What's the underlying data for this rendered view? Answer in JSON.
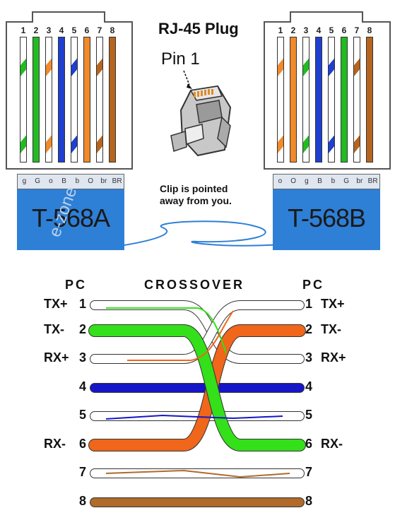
{
  "plug": {
    "title": "RJ-45 Plug",
    "pin1_label": "Pin 1",
    "caption_line1": "Clip is pointed",
    "caption_line2": "away from you."
  },
  "t568a": {
    "label": "T-568A",
    "pin_numbers": [
      "1",
      "2",
      "3",
      "4",
      "5",
      "6",
      "7",
      "8"
    ],
    "codes": [
      "g",
      "G",
      "o",
      "B",
      "b",
      "O",
      "br",
      "BR"
    ],
    "wires": [
      {
        "base": "#ffffff",
        "stripe": "#22bb22"
      },
      {
        "base": "#22bb22",
        "stripe": ""
      },
      {
        "base": "#ffffff",
        "stripe": "#f08a2a"
      },
      {
        "base": "#1e3fcf",
        "stripe": ""
      },
      {
        "base": "#ffffff",
        "stripe": "#1e3fcf"
      },
      {
        "base": "#f08a2a",
        "stripe": ""
      },
      {
        "base": "#ffffff",
        "stripe": "#b5651d"
      },
      {
        "base": "#b5651d",
        "stripe": ""
      }
    ]
  },
  "t568b": {
    "label": "T-568B",
    "pin_numbers": [
      "1",
      "2",
      "3",
      "4",
      "5",
      "6",
      "7",
      "8"
    ],
    "codes": [
      "o",
      "O",
      "g",
      "B",
      "b",
      "G",
      "br",
      "BR"
    ],
    "wires": [
      {
        "base": "#ffffff",
        "stripe": "#f08a2a"
      },
      {
        "base": "#f08a2a",
        "stripe": ""
      },
      {
        "base": "#ffffff",
        "stripe": "#22bb22"
      },
      {
        "base": "#1e3fcf",
        "stripe": ""
      },
      {
        "base": "#ffffff",
        "stripe": "#1e3fcf"
      },
      {
        "base": "#22bb22",
        "stripe": ""
      },
      {
        "base": "#ffffff",
        "stripe": "#b5651d"
      },
      {
        "base": "#b5651d",
        "stripe": ""
      }
    ]
  },
  "watermark": "e-zone",
  "crossover": {
    "title": "CROSSOVER",
    "left_header": "PC",
    "right_header": "PC",
    "left_rows": [
      {
        "signal": "TX+",
        "pin": "1"
      },
      {
        "signal": "TX-",
        "pin": "2"
      },
      {
        "signal": "RX+",
        "pin": "3"
      },
      {
        "signal": "",
        "pin": "4"
      },
      {
        "signal": "",
        "pin": "5"
      },
      {
        "signal": "RX-",
        "pin": "6"
      },
      {
        "signal": "",
        "pin": "7"
      },
      {
        "signal": "",
        "pin": "8"
      }
    ],
    "right_rows": [
      {
        "signal": "TX+",
        "pin": "1"
      },
      {
        "signal": "TX-",
        "pin": "2"
      },
      {
        "signal": "RX+",
        "pin": "3"
      },
      {
        "signal": "",
        "pin": "4"
      },
      {
        "signal": "",
        "pin": "5"
      },
      {
        "signal": "RX-",
        "pin": "6"
      },
      {
        "signal": "",
        "pin": "7"
      },
      {
        "signal": "",
        "pin": "8"
      }
    ],
    "colors": {
      "green": "#33e019",
      "orange": "#f0661a",
      "blue": "#1616c8",
      "brown": "#b06a2a",
      "white": "#ffffff"
    }
  }
}
